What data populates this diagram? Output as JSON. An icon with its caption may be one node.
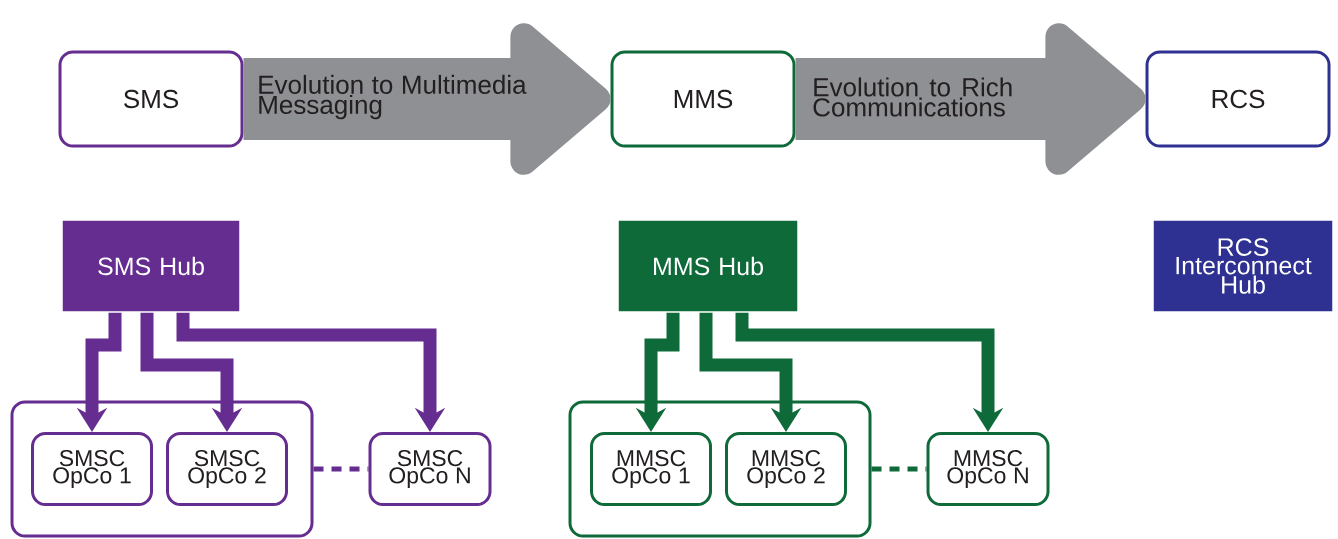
{
  "diagram": {
    "nodes": [
      {
        "text": [
          "SMS"
        ]
      },
      {
        "text": [
          "MMS"
        ]
      },
      {
        "text": [
          "RCS"
        ]
      },
      {
        "text": [
          "SMS Hub"
        ]
      },
      {
        "text": [
          "MMS Hub"
        ]
      },
      {
        "text": [
          "RCS Interconnect Hub"
        ]
      },
      {
        "text": [],
        "shape": "box"
      },
      {
        "text": [
          "SMSC OpCo 1"
        ],
        "in": 6
      },
      {
        "text": [
          "SMSC OpCo 2"
        ],
        "in": 6
      },
      {
        "text": [
          "SMSC OpCo N"
        ]
      },
      {
        "text": [],
        "shape": "box"
      },
      {
        "text": [
          "MMSC OpCo 1"
        ],
        "in": 10
      },
      {
        "text": [
          "MMSC OpCo 2"
        ],
        "in": 10
      },
      {
        "text": [
          "MMSC OpCo N"
        ]
      }
    ],
    "edges": [
      {
        "from": 0,
        "to": 1,
        "arrow": "to",
        "label": "Evolution to Multimedia Messaging",
        "style": "thick",
        "color": "#8e9093"
      },
      {
        "from": 1,
        "to": 2,
        "arrow": "to",
        "label": "Evolution to Rich Communications",
        "style": "thick",
        "color": "#8e9093"
      },
      {
        "from": 3,
        "to": 7,
        "arrow": "to",
        "color": "#662d91"
      },
      {
        "from": 3,
        "to": 8,
        "arrow": "to",
        "color": "#662d91"
      },
      {
        "from": 3,
        "to": 9,
        "arrow": "to",
        "color": "#662d91"
      },
      {
        "from": 6,
        "to": 9,
        "arrow": "none",
        "style": "dashed",
        "color": "#662d91"
      },
      {
        "from": 4,
        "to": 11,
        "arrow": "to",
        "color": "#0f6a3a"
      },
      {
        "from": 4,
        "to": 12,
        "arrow": "to",
        "color": "#0f6a3a"
      },
      {
        "from": 4,
        "to": 13,
        "arrow": "to",
        "color": "#0f6a3a"
      },
      {
        "from": 10,
        "to": 13,
        "arrow": "none",
        "style": "dashed",
        "color": "#0f6a3a"
      }
    ]
  }
}
